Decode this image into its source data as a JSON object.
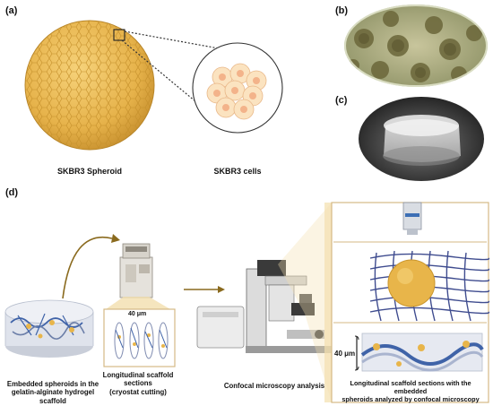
{
  "panels": {
    "a": {
      "label": "(a)",
      "spheroid_caption": "SKBR3 Spheroid",
      "cells_caption": "SKBR3 cells"
    },
    "b": {
      "label": "(b)"
    },
    "c": {
      "label": "(c)"
    },
    "d": {
      "label": "(d)",
      "embedded_caption_line1": "Embedded spheroids in the",
      "embedded_caption_line2": "gelatin-alginate hydrogel",
      "embedded_caption_line3": "scaffold",
      "sections_caption_line1": "Longitudinal scaffold",
      "sections_caption_line2": "sections",
      "sections_caption_line3": "(cryostat cutting)",
      "section_thickness": "40 μm",
      "confocal_caption": "Confocal microscopy analysis",
      "inset_thickness": "40 μm",
      "result_caption_line1": "Longitudinal scaffold sections with the embedded",
      "result_caption_line2": "spheroids analyzed by confocal microscopy"
    }
  },
  "colors": {
    "spheroid": "#e8b54a",
    "spheroid_edge": "#c9952c",
    "arrow": "#8a6a1e",
    "frame": "#d4b985",
    "hydrogel_fiber_blue": "#3f63a8",
    "hydrogel_fiber_gray": "#6b7ea8",
    "panel_b_bg": "#b9b88e"
  }
}
